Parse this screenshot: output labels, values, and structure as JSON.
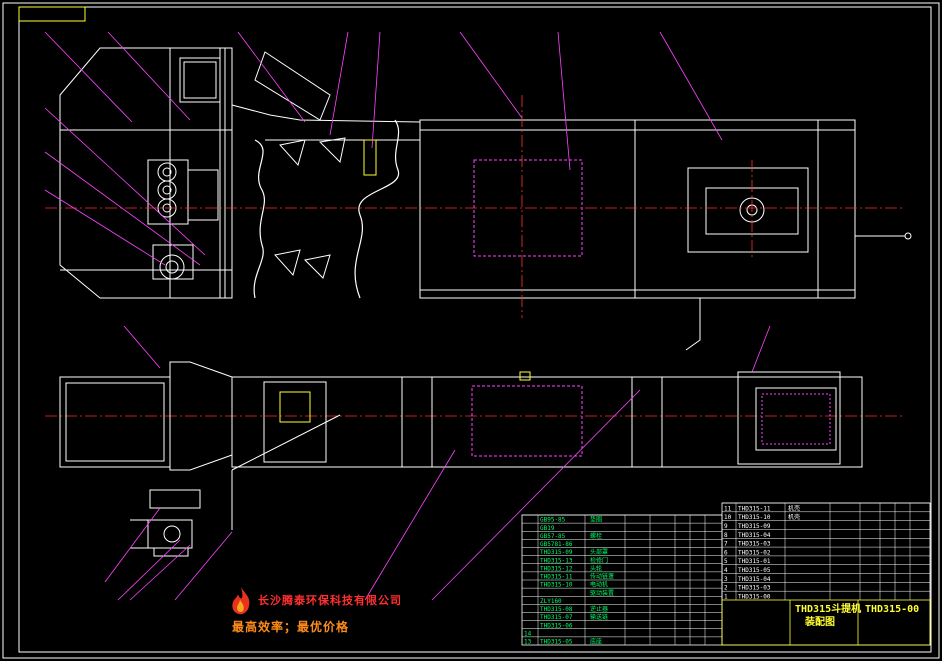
{
  "title_block": {
    "drawing_title_1": "THD315斗提机",
    "drawing_title_2": "装配图",
    "drawing_number": "THD315-00"
  },
  "company": {
    "name": "长沙腾泰环保科技有限公司",
    "slogan": "最高效率；最优价格",
    "logo_icon": "flame-logo-icon"
  },
  "bom_left": [
    {
      "no": "",
      "code": "GB95-85",
      "name": "垫圈"
    },
    {
      "no": "",
      "code": "GB19",
      "name": ""
    },
    {
      "no": "",
      "code": "GB57-85",
      "name": "螺栓"
    },
    {
      "no": "",
      "code": "GB5781-86",
      "name": ""
    },
    {
      "no": "",
      "code": "THD315-09",
      "name": "头部罩"
    },
    {
      "no": "",
      "code": "THD315-13",
      "name": "检修门"
    },
    {
      "no": "",
      "code": "THD315-12",
      "name": "头轮"
    },
    {
      "no": "",
      "code": "THD315-11",
      "name": "传动链罩"
    },
    {
      "no": "",
      "code": "THD315-10",
      "name": "电动机"
    },
    {
      "no": "",
      "code": "",
      "name": "驱动装置"
    },
    {
      "no": "",
      "code": "ZLY160",
      "name": ""
    },
    {
      "no": "",
      "code": "THD315-08",
      "name": "逆止器"
    },
    {
      "no": "",
      "code": "THD315-07",
      "name": "输送链"
    },
    {
      "no": "",
      "code": "THD315-06",
      "name": ""
    },
    {
      "no": "14",
      "code": "",
      "name": ""
    },
    {
      "no": "13",
      "code": "THD315-05",
      "name": "底座"
    }
  ],
  "bom_right": [
    {
      "no": "11",
      "code": "THD315-11",
      "name": "机壳"
    },
    {
      "no": "10",
      "code": "THD315-10",
      "name": "机壳"
    },
    {
      "no": "9",
      "code": "THD315-09",
      "name": ""
    },
    {
      "no": "8",
      "code": "THD315-04",
      "name": ""
    },
    {
      "no": "7",
      "code": "THD315-03",
      "name": ""
    },
    {
      "no": "6",
      "code": "THD315-02",
      "name": ""
    },
    {
      "no": "5",
      "code": "THD315-01",
      "name": ""
    },
    {
      "no": "4",
      "code": "THD315-05",
      "name": ""
    },
    {
      "no": "3",
      "code": "THD315-04",
      "name": ""
    },
    {
      "no": "2",
      "code": "THD315-03",
      "name": ""
    },
    {
      "no": "1",
      "code": "THD315-00",
      "name": ""
    }
  ]
}
